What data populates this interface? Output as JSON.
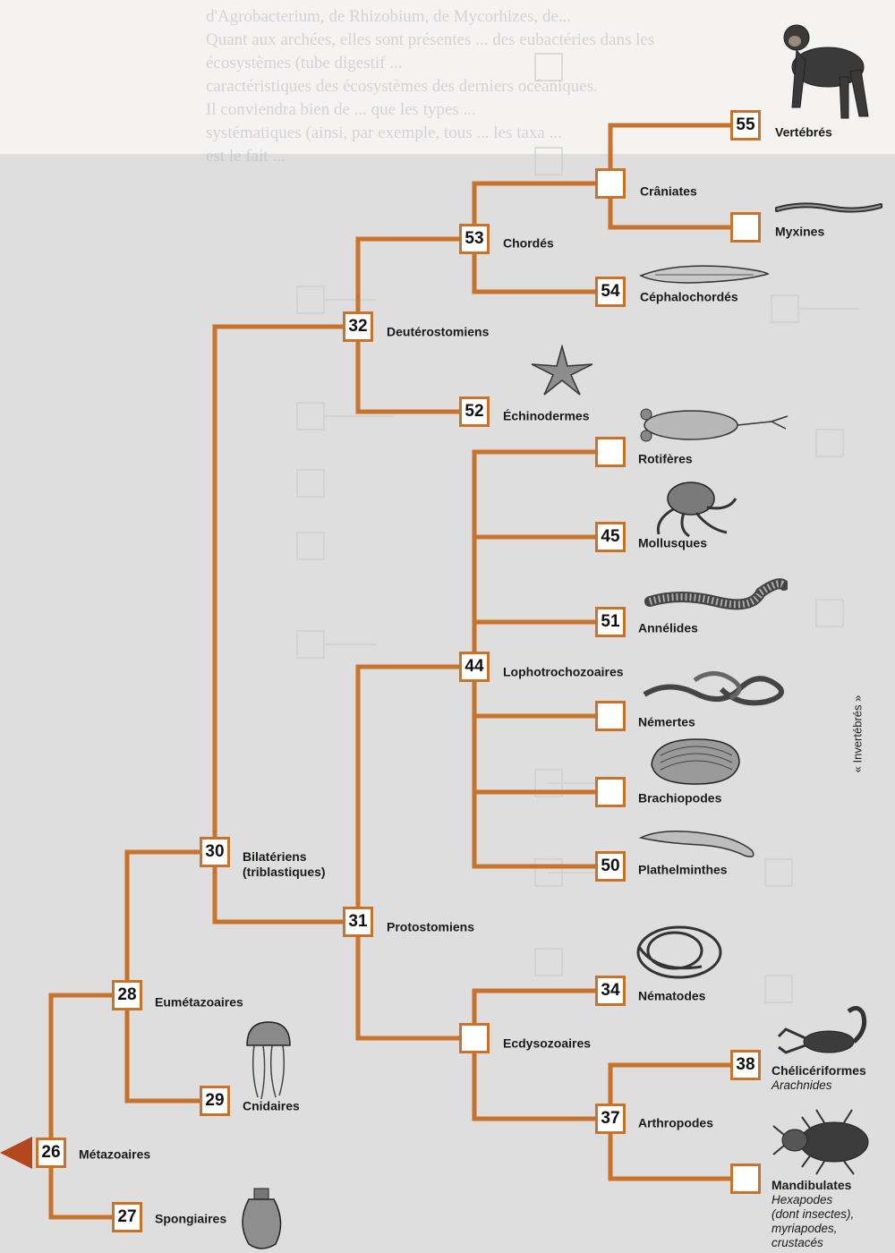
{
  "background_text": [
    "d'Agrobacterium, de Rhizobium, de Mycorhizes, de...",
    "Quant aux archées, elles sont présentes ... des eubactéries dans les",
    "écosystèmes (tube digestif ...",
    "caractéristiques des écosystèmes des derniers océaniques.",
    "     Il conviendra bien de ... que les types ...",
    "systématiques (ainsi, par exemple, tous ... les taxa ...",
    "est le fait ... "
  ],
  "nodes": {
    "n26": "26",
    "n27": "27",
    "n28": "28",
    "n29": "29",
    "n30": "30",
    "n31": "31",
    "n32": "32",
    "n34": "34",
    "n37": "37",
    "n38": "38",
    "n44": "44",
    "n45": "45",
    "n50": "50",
    "n51": "51",
    "n52": "52",
    "n53": "53",
    "n54": "54",
    "n55": "55"
  },
  "labels": {
    "metazoaires": "Métazoaires",
    "spongiaires": "Spongiaires",
    "eumetazoaires": "Eumétazoaires",
    "cnidaires": "Cnidaires",
    "bilateriens": "Bilatériens",
    "triblastiques": "(triblastiques)",
    "protostomiens": "Protostomiens",
    "deuterostomiens": "Deutérostomiens",
    "chordes": "Chordés",
    "craniates": "Crâniates",
    "vertebres": "Vertébrés",
    "myxines": "Myxines",
    "cephalochordes": "Céphalochordés",
    "echinodermes": "Échinodermes",
    "lophotrochozoaires": "Lophotrochozoaires",
    "rotiferes": "Rotifères",
    "mollusques": "Mollusques",
    "annelides": "Annélides",
    "nemertes": "Némertes",
    "brachiopodes": "Brachiopodes",
    "plathelminthes": "Plathelminthes",
    "ecdysozoaires": "Ecdysozoaires",
    "nematodes": "Nématodes",
    "arthropodes": "Arthropodes",
    "cheliceriformes": "Chélicériformes",
    "arachnides": "Arachnides",
    "mandibulates": "Mandibulates",
    "mandibulates_sub1": "Hexapodes",
    "mandibulates_sub2": "(dont insectes),",
    "mandibulates_sub3": "myriapodes,",
    "mandibulates_sub4": "crustacés",
    "invertebres": "« Invertébrés »"
  },
  "colors": {
    "branch": "#c8732b",
    "panel": "#dedede",
    "root_arrow": "#b5471c",
    "node_fill": "#ffffff"
  }
}
